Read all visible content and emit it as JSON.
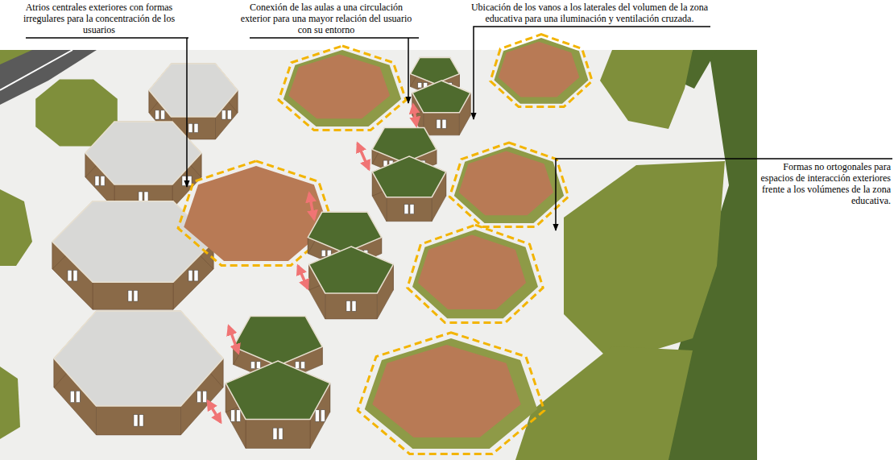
{
  "diagram": {
    "labels": [
      "Atrios centrales exteriores con formas irregulares para la concentración de los usuarios",
      "Conexión de las aulas a una circulación exterior para una mayor relación del usuario con su entorno",
      "Ubicación de los vanos a los laterales del volumen de la zona educativa para una iluminación y ventilación cruzada.",
      "Formas no ortogonales para espacios de interacción exteriores frente a los volúmenes de la zona educativa."
    ]
  }
}
